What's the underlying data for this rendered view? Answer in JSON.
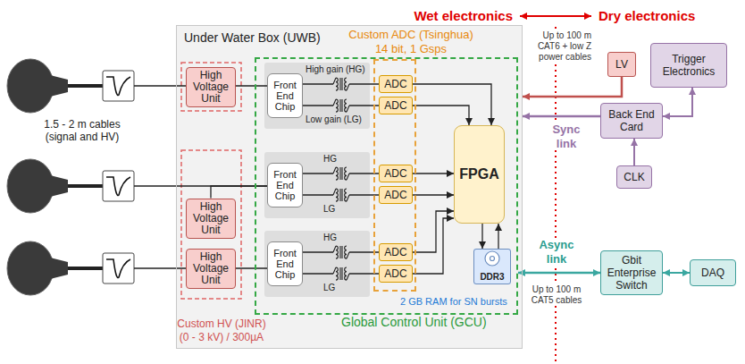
{
  "diagram": {
    "nodes": [
      {
        "text": [
          "Under Water Box (UWB)"
        ]
      },
      {
        "text": [
          "Global Control Unit (GCU)"
        ],
        "in": 0
      },
      {
        "text": [
          "Custom ADC (Tsinghua)",
          "14 bit, 1 Gsps"
        ],
        "in": 1
      },
      {
        "text": [
          "High Voltage Unit"
        ],
        "in": 0
      },
      {
        "text": [
          "Front End Chip"
        ],
        "in": 1
      },
      {
        "text": [
          "ADC"
        ],
        "in": 2
      },
      {
        "text": [
          "ADC"
        ],
        "in": 2
      },
      {
        "text": [
          "High Voltage Unit"
        ],
        "in": 0
      },
      {
        "text": [
          "Front End Chip"
        ],
        "in": 1
      },
      {
        "text": [
          "ADC"
        ],
        "in": 2
      },
      {
        "text": [
          "ADC"
        ],
        "in": 2
      },
      {
        "text": [
          "High Voltage Unit"
        ],
        "in": 0
      },
      {
        "text": [
          "Front End Chip"
        ],
        "in": 1
      },
      {
        "text": [
          "ADC"
        ],
        "in": 2
      },
      {
        "text": [
          "ADC"
        ],
        "in": 2
      },
      {
        "text": [
          "FPGA"
        ],
        "in": 1
      },
      {
        "text": [
          "DDR3"
        ],
        "in": 1
      },
      {
        "text": [
          "LV"
        ]
      },
      {
        "text": [
          "Trigger Electronics"
        ]
      },
      {
        "text": [
          "Back End Card"
        ]
      },
      {
        "text": [
          "CLK"
        ]
      },
      {
        "text": [
          "Gbit Enterprise Switch"
        ]
      },
      {
        "text": [
          "DAQ"
        ]
      }
    ],
    "edges": [
      {
        "from": 3,
        "to": 4,
        "arrow": "none"
      },
      {
        "from": 7,
        "to": 8,
        "arrow": "none"
      },
      {
        "from": 11,
        "to": 12,
        "arrow": "none"
      },
      {
        "from": 4,
        "to": 5,
        "arrow": "none"
      },
      {
        "from": 4,
        "to": 6,
        "arrow": "none"
      },
      {
        "from": 8,
        "to": 9,
        "arrow": "none"
      },
      {
        "from": 8,
        "to": 10,
        "arrow": "none"
      },
      {
        "from": 12,
        "to": 13,
        "arrow": "none"
      },
      {
        "from": 12,
        "to": 14,
        "arrow": "none"
      },
      {
        "from": 5,
        "to": 15,
        "arrow": "to"
      },
      {
        "from": 6,
        "to": 15,
        "arrow": "to"
      },
      {
        "from": 9,
        "to": 15,
        "arrow": "to"
      },
      {
        "from": 10,
        "to": 15,
        "arrow": "to"
      },
      {
        "from": 13,
        "to": 15,
        "arrow": "to"
      },
      {
        "from": 14,
        "to": 15,
        "arrow": "to"
      },
      {
        "from": 15,
        "to": 16,
        "arrow": "to"
      },
      {
        "from": 16,
        "to": 15,
        "arrow": "to"
      },
      {
        "from": 1,
        "to": 21,
        "label": "Async link",
        "arrow": "both"
      },
      {
        "from": 21,
        "to": 22,
        "arrow": "both"
      },
      {
        "from": 17,
        "to": 0,
        "arrow": "to"
      },
      {
        "from": 19,
        "to": 0,
        "label": "Sync link",
        "arrow": "to"
      },
      {
        "from": 19,
        "to": 18,
        "arrow": "both"
      },
      {
        "from": 20,
        "to": 19,
        "arrow": "to"
      }
    ],
    "labels": [
      "Wet electronics",
      "Dry electronics",
      "1.5 - 2 m cables (signal and HV)",
      "High gain (HG)",
      "Low gain (LG)",
      "HG",
      "LG",
      "HG",
      "LG",
      "2 GB RAM for SN bursts",
      "Custom HV (JINR)",
      "(0 - 3 kV) / 300µA",
      "Up to 100 m CAT6 + low Z power cables",
      "Up to 100 m CAT5 cables"
    ]
  }
}
